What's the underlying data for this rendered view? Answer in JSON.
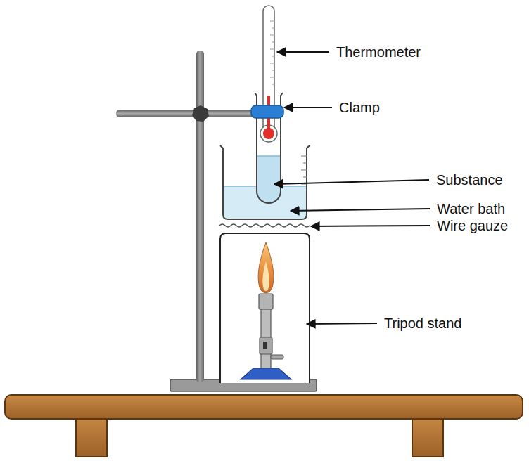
{
  "diagram": {
    "labels": [
      "Thermometer",
      "Clamp",
      "Substance",
      "Water bath",
      "Wire gauze",
      "Tripod stand"
    ]
  }
}
